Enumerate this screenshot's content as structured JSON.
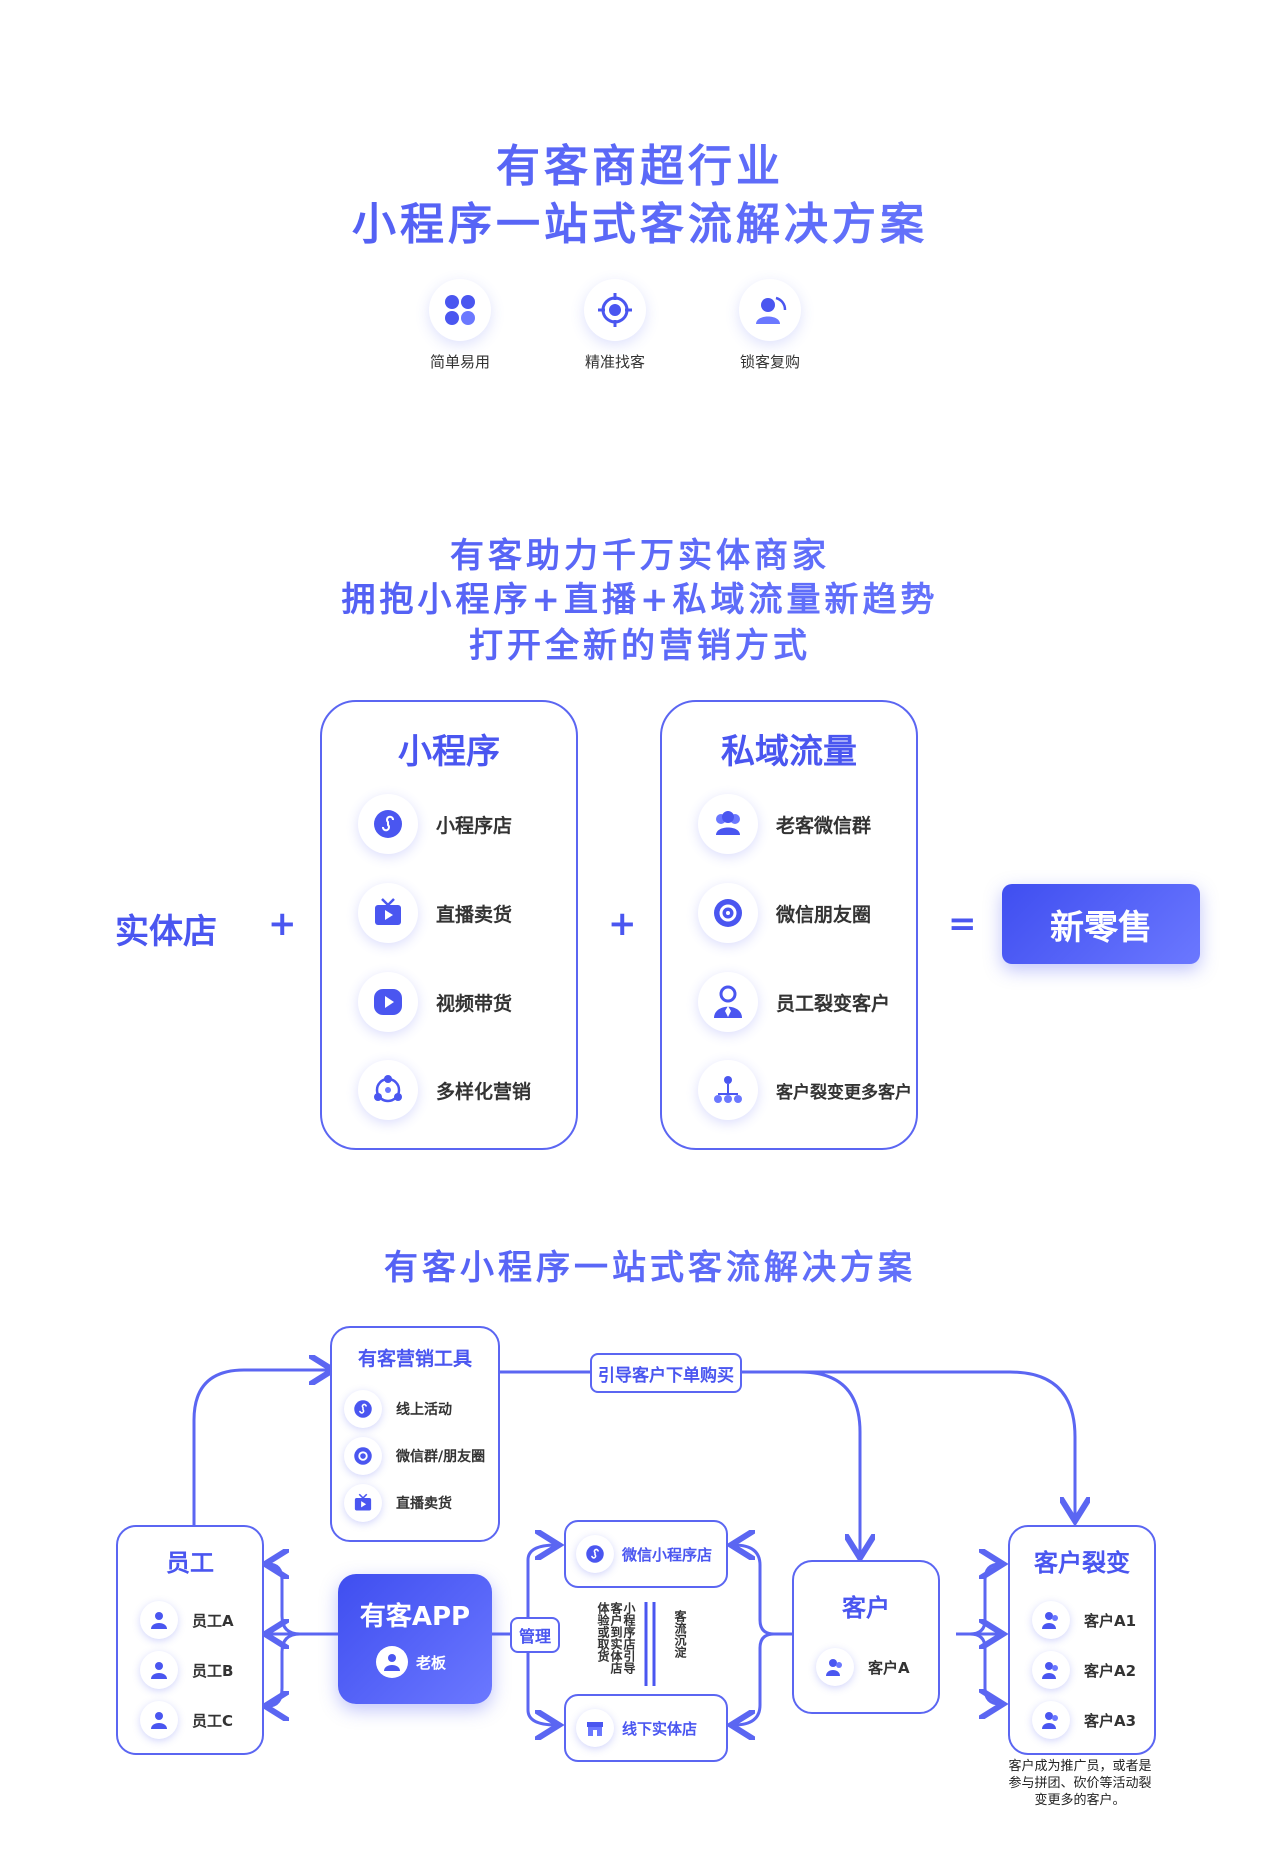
{
  "header": {
    "title_line1": "有客商超行业",
    "title_line2": "小程序一站式客流解决方案",
    "features": [
      {
        "icon": "grid-icon",
        "label": "简单易用"
      },
      {
        "icon": "target-icon",
        "label": "精准找客"
      },
      {
        "icon": "customer-lock-icon",
        "label": "锁客复购"
      }
    ]
  },
  "section2": {
    "line1": "有客助力千万实体商家",
    "line2": "拥抱小程序+直播+私域流量新趋势",
    "line3": "打开全新的营销方式",
    "left_label": "实体店",
    "plus": "+",
    "equals": "=",
    "result": "新零售",
    "card1": {
      "title": "小程序",
      "items": [
        "小程序店",
        "直播卖货",
        "视频带货",
        "多样化营销"
      ]
    },
    "card2": {
      "title": "私域流量",
      "items": [
        "老客微信群",
        "微信朋友圈",
        "员工裂变客户",
        "客户裂变更多客户"
      ]
    }
  },
  "section3": {
    "title": "有客小程序一站式客流解决方案",
    "tools": {
      "title": "有客营销工具",
      "items": [
        "线上活动",
        "微信群/朋友圈",
        "直播卖货"
      ]
    },
    "guide_label": "引导客户下单购买",
    "staff": {
      "title": "员工",
      "items": [
        "员工A",
        "员工B",
        "员工C"
      ]
    },
    "app": {
      "title": "有客APP",
      "boss": "老板"
    },
    "manage_label": "管理",
    "wechat_store": "微信小程序店",
    "offline_store": "线下实体店",
    "v_text1": "小程序店引导",
    "v_text2": "客户到实体店",
    "v_text3": "体验或取货",
    "v_text4": "客流沉淀",
    "customer": {
      "title": "客户",
      "item": "客户A"
    },
    "fission": {
      "title": "客户裂变",
      "items": [
        "客户A1",
        "客户A2",
        "客户A3"
      ]
    },
    "note_line1": "客户成为推广员，或者是",
    "note_line2": "参与拼团、砍价等活动裂",
    "note_line3": "变更多的客户。"
  },
  "colors": {
    "accent": "#4a56f0",
    "accent_light": "#6b78ff"
  }
}
